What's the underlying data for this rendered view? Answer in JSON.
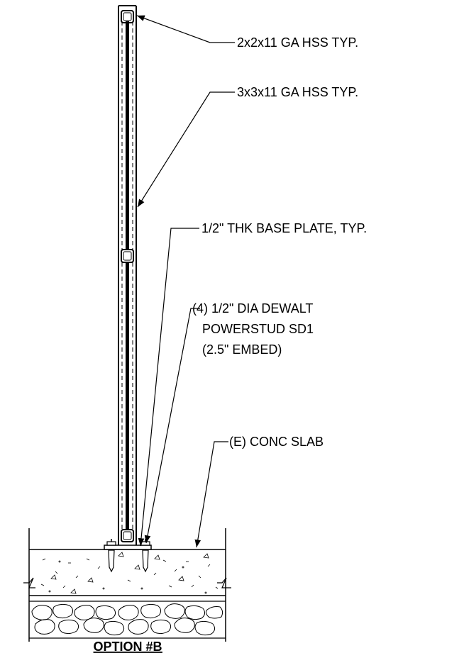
{
  "callouts": {
    "tube_small": "2x2x11 GA HSS TYP.",
    "tube_large": "3x3x11 GA HSS TYP.",
    "base_plate": "1/2\" THK BASE PLATE, TYP.",
    "anchor_line1": "(4) 1/2\" DIA DEWALT",
    "anchor_line2": "POWERSTUD SD1",
    "anchor_line3": "(2.5\" EMBED)",
    "slab": "(E) CONC SLAB"
  },
  "title": "OPTION #B"
}
